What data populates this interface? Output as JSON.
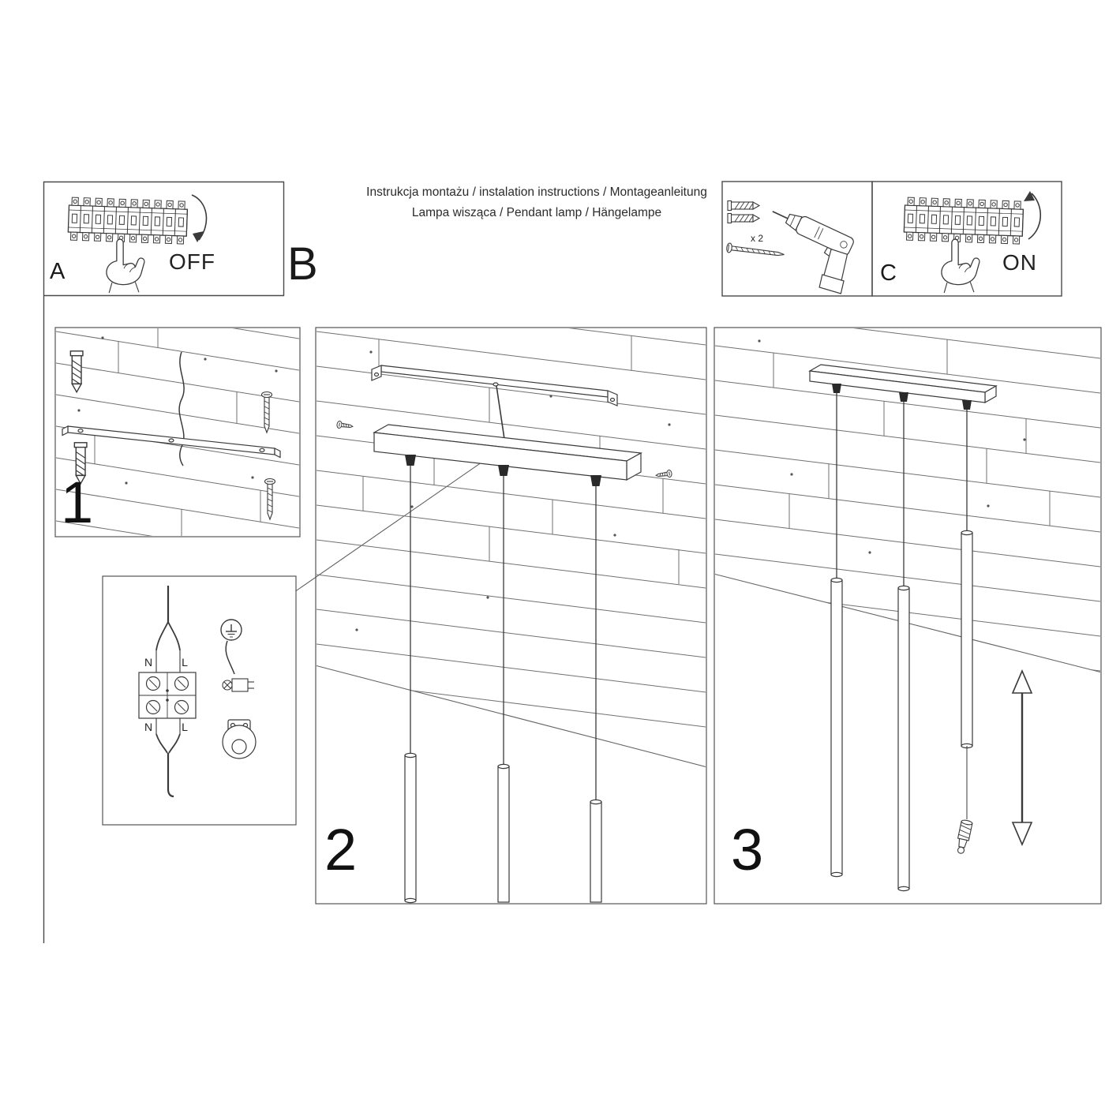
{
  "header": {
    "title_line1": "Instrukcja montażu / instalation instructions / Montageanleitung",
    "title_line2": "Lampa wisząca / Pendant lamp / Hängelampe"
  },
  "sections": {
    "panel_a": {
      "label": "A",
      "switch_state": "OFF"
    },
    "panel_b": {
      "label": "B"
    },
    "panel_c": {
      "label": "C",
      "switch_state": "ON"
    },
    "tools": {
      "wall_plug_quantity": "x 2"
    }
  },
  "steps": {
    "step1_number": "1",
    "step2_number": "2",
    "step3_number": "3"
  },
  "wiring_diagram": {
    "terminal_top_left": "N",
    "terminal_top_right": "L",
    "terminal_bottom_left": "N",
    "terminal_bottom_right": "L"
  },
  "icons": {
    "panel_a": "circuit-breaker-with-hand-off",
    "panel_c": "circuit-breaker-with-hand-on",
    "tools": [
      "wall-plug",
      "screw",
      "drill"
    ],
    "step1": [
      "ceiling-planks",
      "mounting-bracket",
      "wall-plugs",
      "screws",
      "power-wire"
    ],
    "detail": [
      "terminal-block",
      "ground-symbol",
      "ground-clamp",
      "cord-grip"
    ],
    "step2": [
      "ceiling-planks",
      "mounting-bracket",
      "canopy",
      "pendant-tubes"
    ],
    "step3": [
      "ceiling-planks",
      "canopy",
      "pendant-tubes",
      "bulb-socket",
      "height-adjust-arrow"
    ]
  },
  "colors": {
    "line": "#3a3a3a",
    "plank_line": "#707070",
    "frame": "#4a4a4a",
    "text": "#1a1a1a",
    "background": "#ffffff"
  }
}
